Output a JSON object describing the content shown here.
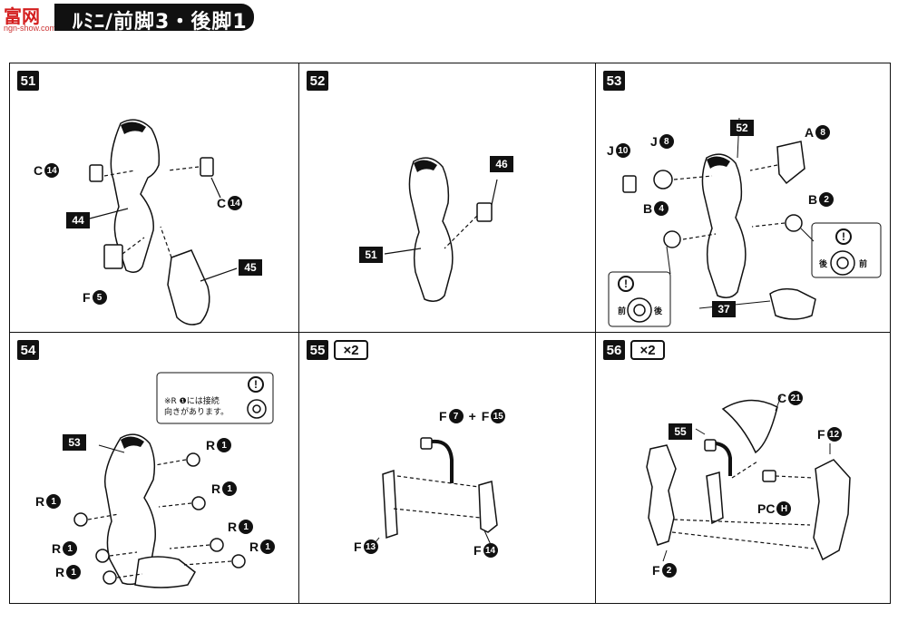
{
  "header": {
    "logo_text": "富网",
    "logo_url": "ngn-show.com",
    "title": "ﾙﾐﾆ/前脚3・後脚1・"
  },
  "steps": [
    {
      "number": "51",
      "multiplier": "",
      "labels": {
        "c14_left": "C",
        "c14_left_n": "14",
        "c14_right": "C",
        "c14_right_n": "14",
        "p44": "44",
        "f5": "F",
        "f5_n": "5",
        "p45": "45"
      }
    },
    {
      "number": "52",
      "multiplier": "",
      "labels": {
        "p46": "46",
        "p51": "51"
      }
    },
    {
      "number": "53",
      "multiplier": "",
      "labels": {
        "j10": "J",
        "j10_n": "10",
        "j8": "J",
        "j8_n": "8",
        "p52": "52",
        "a8": "A",
        "a8_n": "8",
        "b2": "B",
        "b2_n": "2",
        "b4": "B",
        "b4_n": "4",
        "p37": "37",
        "front": "前",
        "back": "後",
        "back2": "後",
        "front2": "前"
      }
    },
    {
      "number": "54",
      "multiplier": "",
      "labels": {
        "p53": "53",
        "r": "R",
        "r_n": "1"
      },
      "note": "※R ❶には接続\n向きがあります。"
    },
    {
      "number": "55",
      "multiplier": "×2",
      "labels": {
        "f7": "F",
        "f7_n": "7",
        "plus": "+",
        "f15": "F",
        "f15_n": "15",
        "f13": "F",
        "f13_n": "13",
        "f14": "F",
        "f14_n": "14"
      }
    },
    {
      "number": "56",
      "multiplier": "×2",
      "labels": {
        "c21": "C",
        "c21_n": "21",
        "p55": "55",
        "f12": "F",
        "f12_n": "12",
        "pch": "PC",
        "pch_n": "H",
        "f2": "F",
        "f2_n": "2"
      }
    }
  ],
  "warning_mark": "!"
}
